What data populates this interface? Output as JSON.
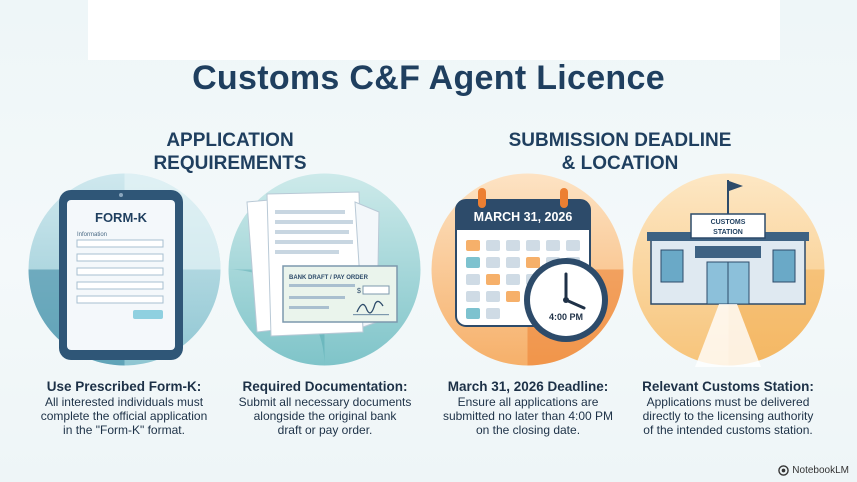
{
  "title": "Customs C&F Agent Licence",
  "sections": {
    "left": {
      "line1": "APPLICATION",
      "line2": "REQUIREMENTS"
    },
    "right": {
      "line1": "SUBMISSION DEADLINE",
      "line2": "& LOCATION"
    }
  },
  "illustrations": {
    "form": {
      "title": "FORM-K",
      "field_label": "Information"
    },
    "docs": {
      "cheque_label": "BANK DRAFT / PAY ORDER",
      "currency": "$"
    },
    "calendar": {
      "date": "MARCH 31, 2026",
      "clock_time": "4:00 PM"
    },
    "station": {
      "sign_line1": "CUSTOMS",
      "sign_line2": "STATION"
    }
  },
  "items": [
    {
      "heading": "Use Prescribed Form-K:",
      "body": [
        "All interested individuals must",
        "complete the official application",
        "in the \"Form-K\" format."
      ]
    },
    {
      "heading": "Required Documentation:",
      "body": [
        "Submit all necessary documents",
        "alongside the original bank",
        "draft or pay order."
      ]
    },
    {
      "heading": "March 31, 2026 Deadline:",
      "body": [
        "Ensure all applications are",
        "submitted no later than 4:00 PM",
        "on the closing date."
      ]
    },
    {
      "heading": "Relevant Customs Station:",
      "body": [
        "Applications must be delivered",
        "directly to the licensing authority",
        "of the intended customs station."
      ]
    }
  ],
  "brand": "NotebookLM",
  "colors": {
    "title": "#1f3f5f",
    "teal": "#2f8fa0",
    "orange": "#ef8f3a",
    "navy": "#2d4b6a"
  }
}
